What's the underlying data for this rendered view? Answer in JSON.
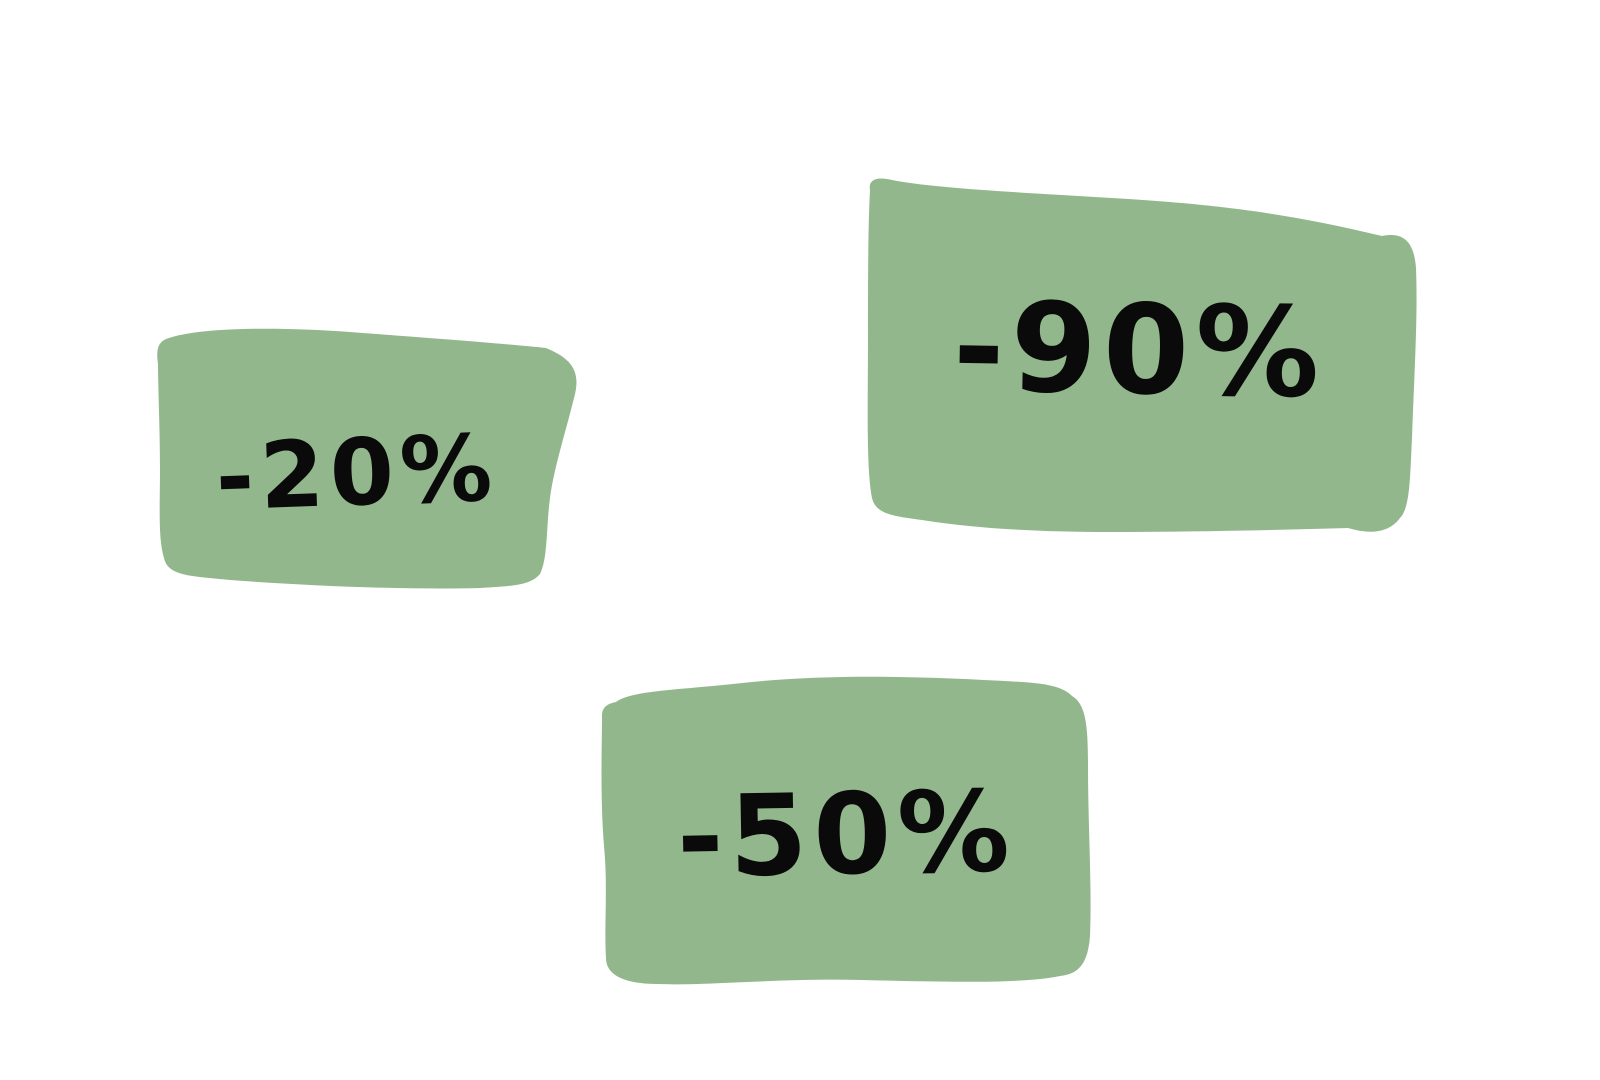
{
  "colors": {
    "background": "#ffffff",
    "tag_fill": "#93b78c",
    "text": "#0a0a0a"
  },
  "tags": [
    {
      "id": "tag-20",
      "text": "-20%"
    },
    {
      "id": "tag-90",
      "text": "-90%"
    },
    {
      "id": "tag-50",
      "text": "-50%"
    }
  ]
}
